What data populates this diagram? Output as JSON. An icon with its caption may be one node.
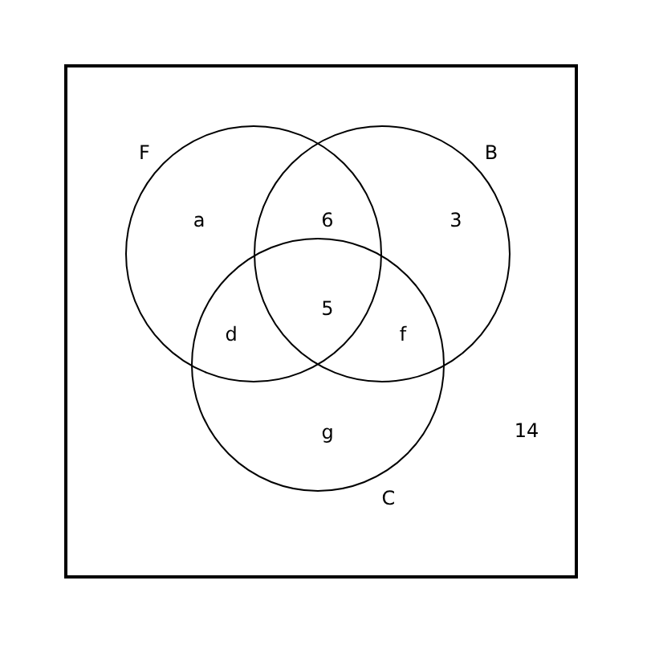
{
  "diagram": {
    "nodes": [
      {
        "text": [],
        "shape": "box"
      },
      {
        "text": [
          "F"
        ],
        "in": 0
      },
      {
        "text": [
          "B"
        ],
        "in": 0
      },
      {
        "text": [
          "C"
        ],
        "in": 0
      }
    ],
    "labels": [
      "a",
      "6",
      "3",
      "d",
      "5",
      "f",
      "g",
      "14"
    ]
  }
}
